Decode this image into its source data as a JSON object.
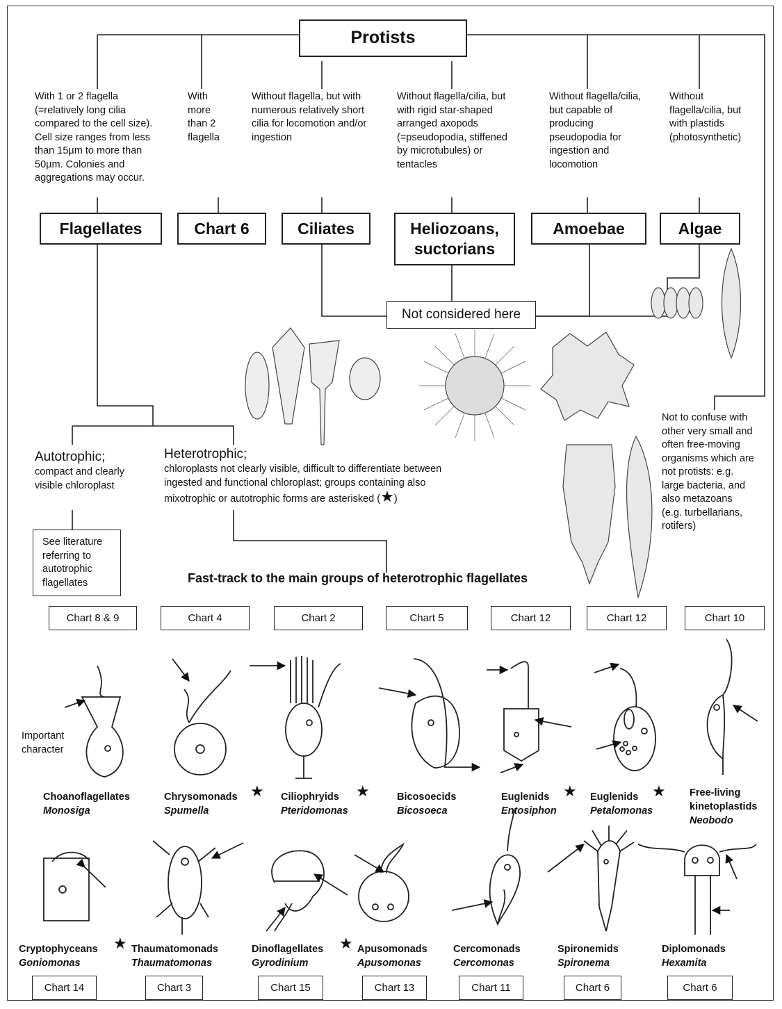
{
  "root": {
    "label": "Protists"
  },
  "descriptions": [
    "With 1 or 2 flagella\n(=relatively long cilia\ncompared to the cell size).\nCell size ranges from less\nthan 15µm to more than\n50µm. Colonies and\naggregations may occur.",
    "With\nmore\nthan 2\nflagella",
    "Without flagella, but with\nnumerous relatively short\ncilia for locomotion and/or\ningestion",
    "Without flagella/cilia, but\nwith rigid star-shaped\narranged axopods\n(=pseudopodia, stiffened\nby microtubules) or\ntentacles",
    "Without flagella/cilia,\nbut capable of\nproducing\npseudopodia for\ningestion and\nlocomotion",
    "Without\nflagella/cilia, but\nwith plastids\n(photosynthetic)"
  ],
  "categories": [
    "Flagellates",
    "Chart 6",
    "Ciliates",
    "Heliozoans,\nsuctorians",
    "Amoebae",
    "Algae"
  ],
  "not_considered": "Not considered here",
  "confuse_note": "Not to confuse with\nother very small and\noften free-moving\norganisms which are\nnot protists: e.g.\nlarge bacteria, and\nalso metazoans\n(e.g. turbellarians,\nrotifers)",
  "autotrophic": {
    "heading": "Autotrophic;",
    "text": "compact and clearly\nvisible chloroplast"
  },
  "heterotrophic": {
    "heading": "Heterotrophic;",
    "text": "chloroplasts not clearly visible, difficult to differentiate between\ningested and functional chloroplast; groups containing also\nmixotrophic or autotrophic forms are asterisked (",
    "close": ")"
  },
  "literature_box": "See literature\nreferring to\nautotrophic\nflagellates",
  "fast_track_title": "Fast-track to the main groups of heterotrophic flagellates",
  "important_character": "Important\ncharacter",
  "star_symbol": "★",
  "top_charts": [
    "Chart 8 & 9",
    "Chart 4",
    "Chart 2",
    "Chart 5",
    "Chart 12",
    "Chart 12",
    "Chart 10"
  ],
  "row1_groups": [
    {
      "name": "Choanoflagellates",
      "genus": "Monosiga",
      "star": false
    },
    {
      "name": "Chrysomonads",
      "genus": "Spumella",
      "star": true
    },
    {
      "name": "Ciliophryids",
      "genus": "Pteridomonas",
      "star": true
    },
    {
      "name": "Bicosoecids",
      "genus": "Bicosoeca",
      "star": false
    },
    {
      "name": "Euglenids",
      "genus": "Entosiphon",
      "star": true
    },
    {
      "name": "Euglenids",
      "genus": "Petalomonas",
      "star": true
    },
    {
      "name": "Free-living\nkinetoplastids",
      "genus": "Neobodo",
      "star": false
    }
  ],
  "row2_groups": [
    {
      "name": "Cryptophyceans",
      "genus": "Goniomonas",
      "star": true
    },
    {
      "name": "Thaumatomonads",
      "genus": "Thaumatomonas",
      "star": false
    },
    {
      "name": "Dinoflagellates",
      "genus": "Gyrodinium",
      "star": true
    },
    {
      "name": "Apusomonads",
      "genus": "Apusomonas",
      "star": false
    },
    {
      "name": "Cercomonads",
      "genus": "Cercomonas",
      "star": false
    },
    {
      "name": "Spironemids",
      "genus": "Spironema",
      "star": false
    },
    {
      "name": "Diplomonads",
      "genus": "Hexamita",
      "star": false
    }
  ],
  "bottom_charts": [
    "Chart 14",
    "Chart 3",
    "Chart 15",
    "Chart 13",
    "Chart 11",
    "Chart 6",
    "Chart 6"
  ]
}
